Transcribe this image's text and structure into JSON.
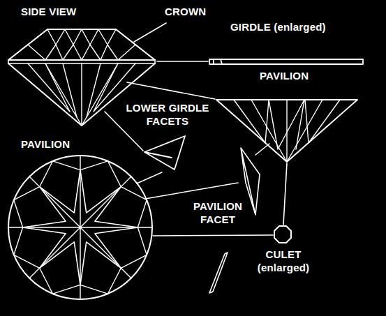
{
  "diagram": {
    "labels": [
      "SIDE VIEW",
      "CROWN",
      "GIRDLE (enlarged)",
      "PAVILION",
      "LOWER GIRDLE FACETS",
      "PAVILION",
      "PAVILION FACET",
      "CULET (enlarged)"
    ]
  }
}
